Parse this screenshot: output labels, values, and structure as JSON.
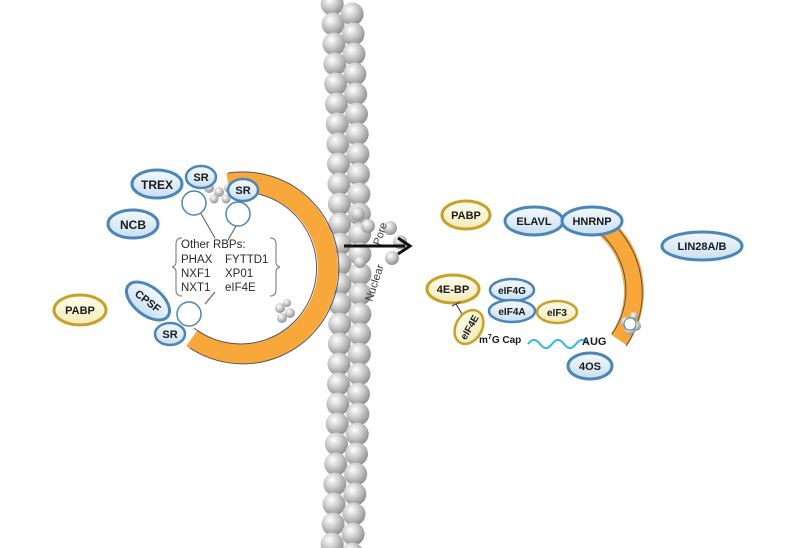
{
  "nucleus": {
    "trex": "TREX",
    "sr_top_left": "SR",
    "sr_top_right": "SR",
    "ncb": "NCB",
    "other_rbps_title": "Other RBPs:",
    "rbp_list_left": [
      "PHAX",
      "NXF1",
      "NXT1"
    ],
    "rbp_list_right": [
      "FYTTD1",
      "XP01",
      "eIF4E"
    ],
    "cpsf": "CPSF",
    "sr_bottom": "SR",
    "pabp": "PABP"
  },
  "pore": {
    "label_word1": "Nuclear",
    "label_word2": "Pore"
  },
  "cytoplasm": {
    "pabp": "PABP",
    "elavl": "ELAVL",
    "hnrnp": "HNRNP",
    "lin28": "LIN28A/B",
    "four_ebp": "4E-BP",
    "eif4g": "eIF4G",
    "eif4a": "eIF4A",
    "eif3": "eIF3",
    "eif4e": "eIF4E",
    "cap_prefix": "m",
    "cap_superscript": "7",
    "cap_suffix": "G Cap",
    "aug": "AUG",
    "ribosome": "4OS"
  },
  "colors": {
    "blue_stroke": "#4a86b8",
    "blue_fill_light": "#ddecf8",
    "blue_fill_dark": "#8fb6d6",
    "gold_stroke": "#c9a028",
    "gold_fill": "#faf6dc",
    "rna_orange": "#f8a73a",
    "pore_gray": "#b4b4b4",
    "wave_cyan": "#33b5e5"
  }
}
